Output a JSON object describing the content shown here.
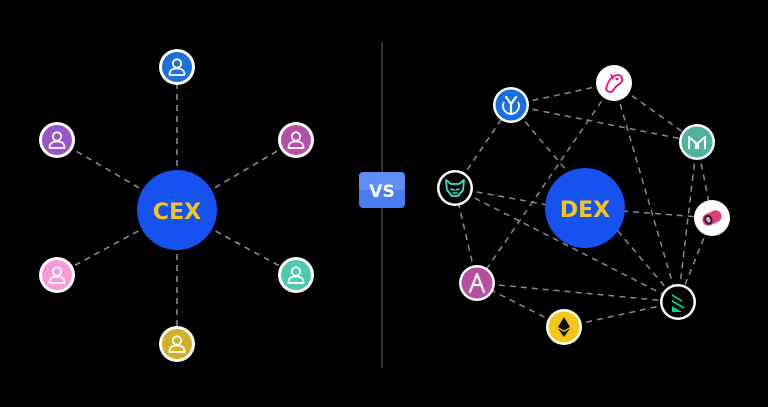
{
  "cex": {
    "label": "CEX",
    "hub_color": "#1652f0",
    "label_color": "#f5c518",
    "users": [
      {
        "name": "user-top",
        "color": "#1e6fd9"
      },
      {
        "name": "user-upper-right",
        "color": "#b550a8"
      },
      {
        "name": "user-lower-right",
        "color": "#4ec9b0"
      },
      {
        "name": "user-bottom",
        "color": "#d4b02a"
      },
      {
        "name": "user-lower-left",
        "color": "#f79ad9"
      },
      {
        "name": "user-upper-left",
        "color": "#9a56c9"
      }
    ]
  },
  "vs": {
    "label": "VS",
    "color": "#4a7df0"
  },
  "dex": {
    "label": "DEX",
    "hub_color": "#1652f0",
    "label_color": "#f5c518",
    "protocols": [
      {
        "name": "yearn-icon",
        "bg": "#1a6fe0",
        "fg": "#ffffff"
      },
      {
        "name": "uniswap-icon",
        "bg": "#ffffff",
        "fg": "#ff007a"
      },
      {
        "name": "maker-icon",
        "bg": "#4fb39e",
        "fg": "#ffffff"
      },
      {
        "name": "sushi-icon",
        "bg": "#ffffff",
        "fg": "#e0417a"
      },
      {
        "name": "compound-icon",
        "bg": "#000000",
        "fg": "#00d395"
      },
      {
        "name": "ethereum-icon",
        "bg": "#f5c518",
        "fg": "#111111"
      },
      {
        "name": "aave-icon",
        "bg": "#b6509e",
        "fg": "#ffffff"
      },
      {
        "name": "lynx-icon",
        "bg": "#000000",
        "fg": "#2ee6c8"
      }
    ]
  },
  "divider_color": "#555555",
  "edge_color": "#8a8a8a"
}
